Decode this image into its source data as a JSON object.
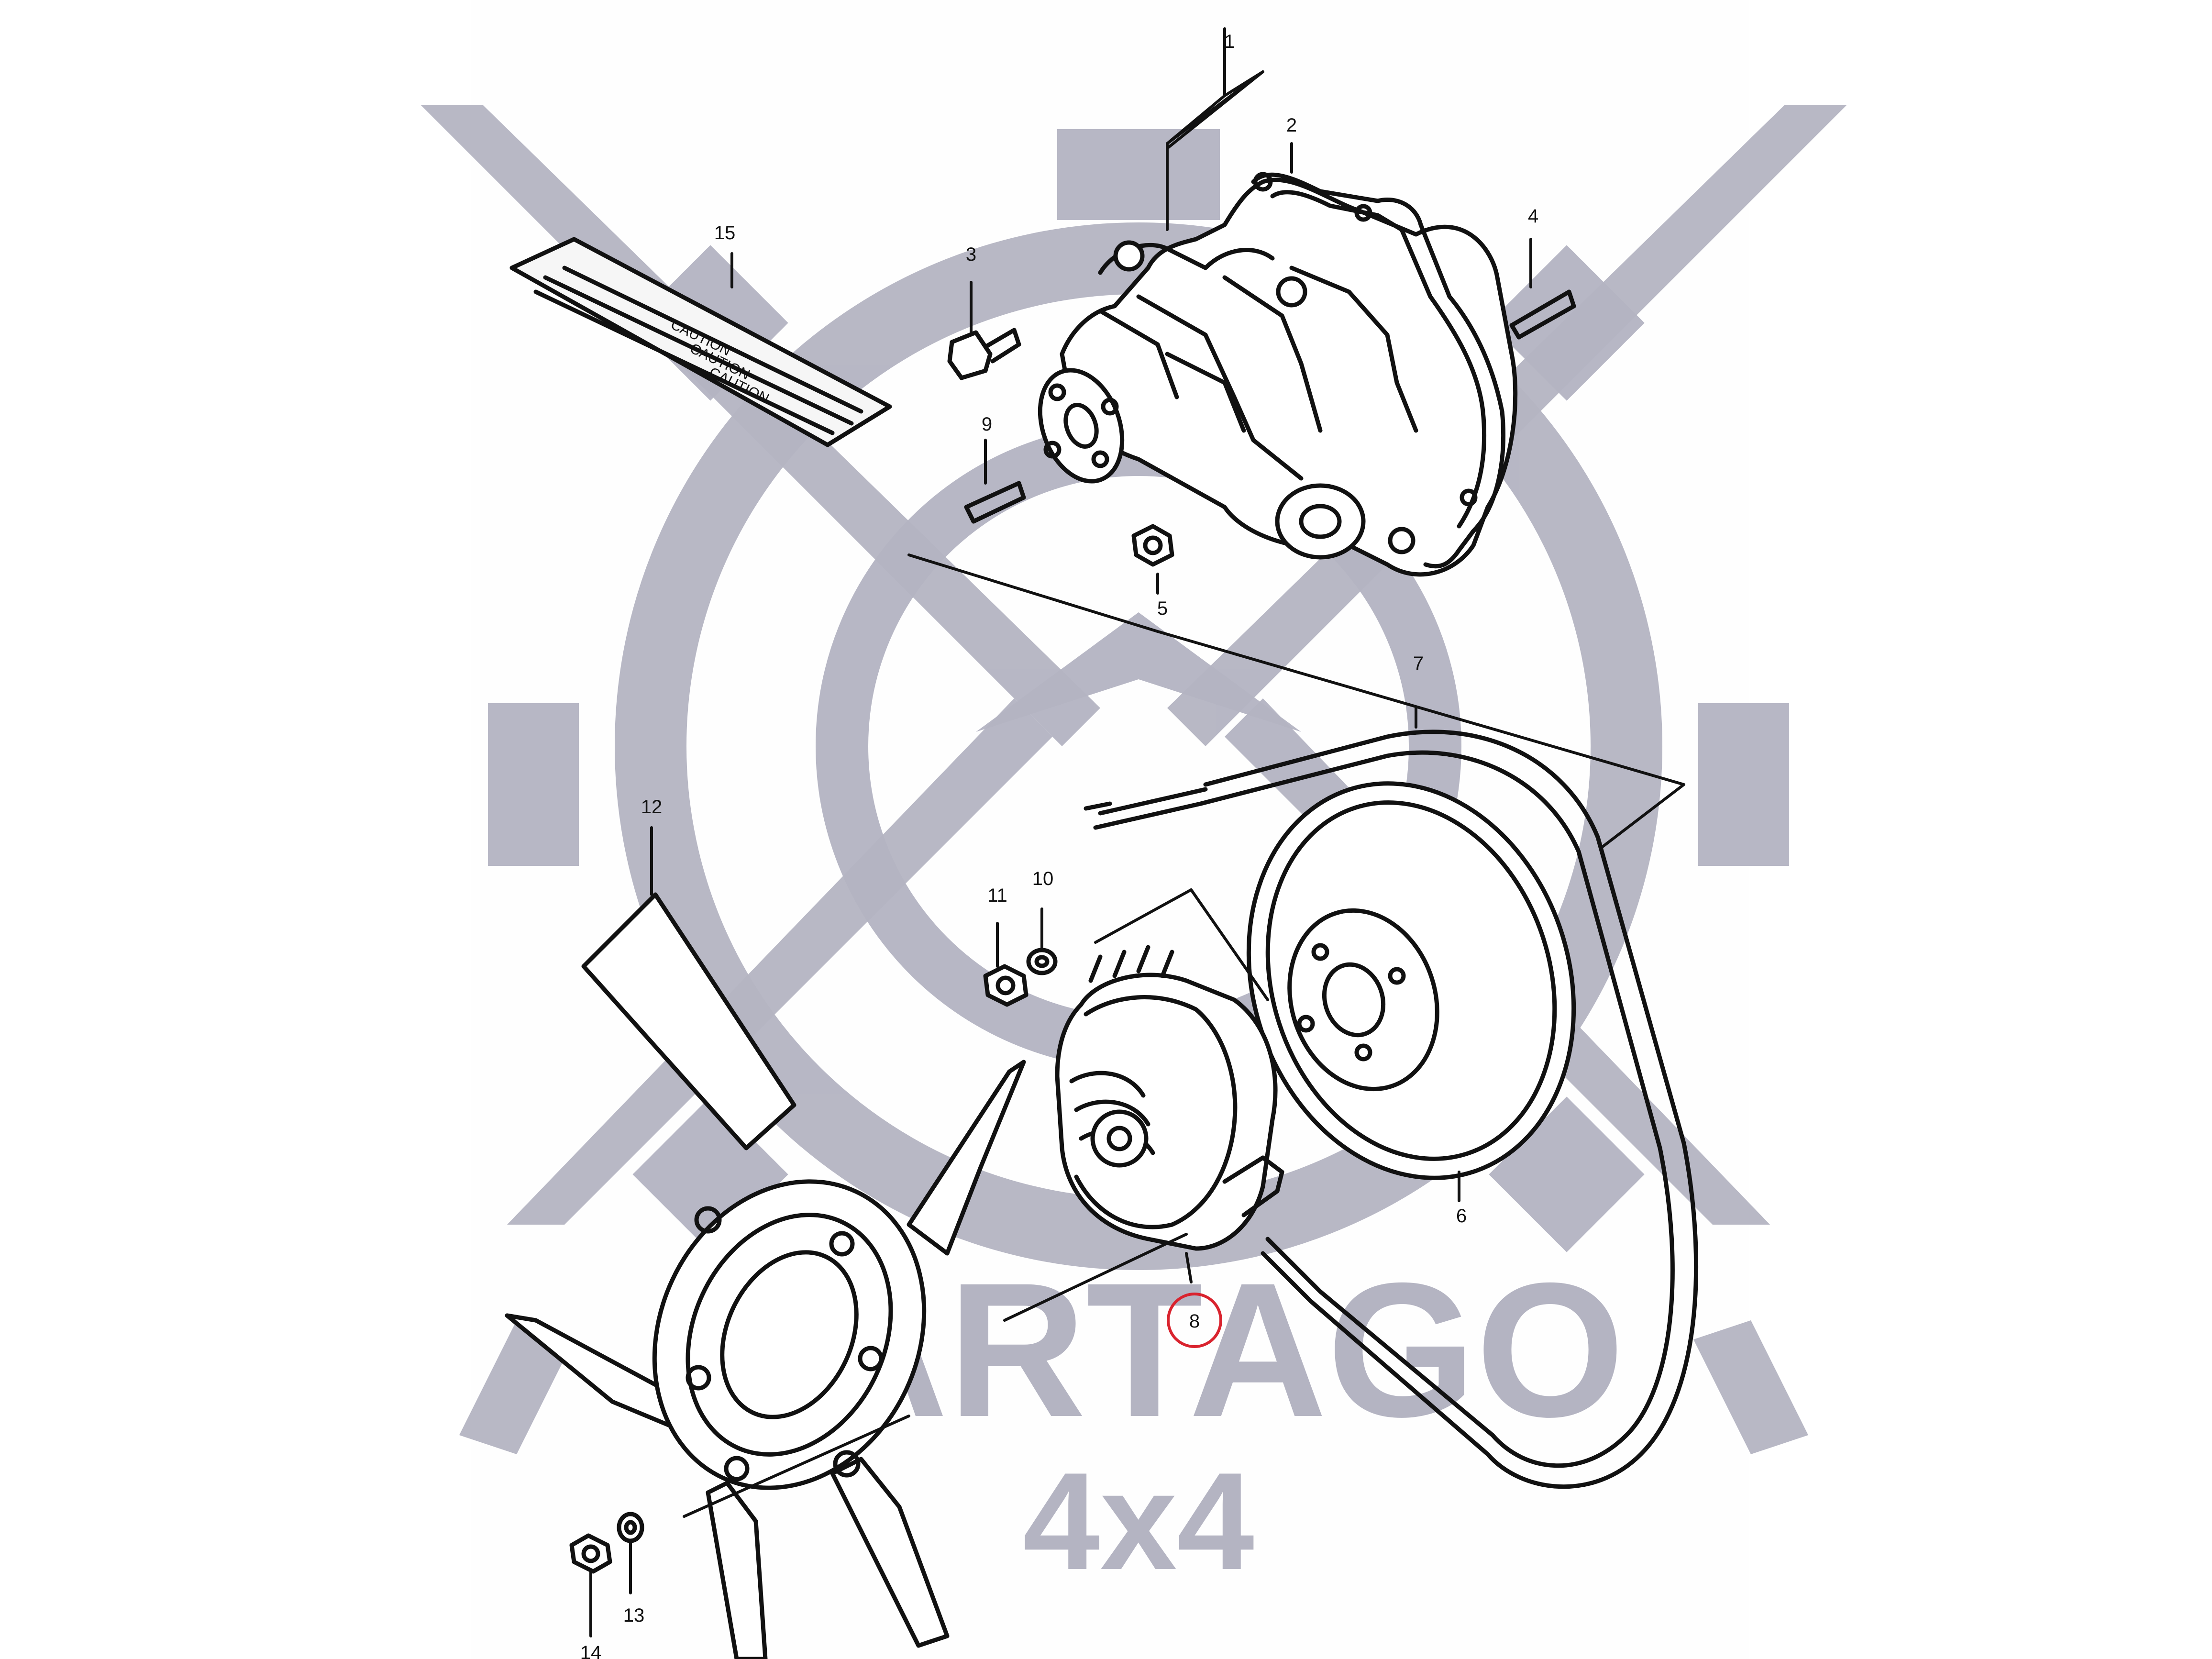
{
  "diagram": {
    "callouts": [
      "1",
      "2",
      "3",
      "4",
      "5",
      "6",
      "7",
      "8",
      "9",
      "10",
      "11",
      "12",
      "13",
      "14",
      "15"
    ],
    "highlighted_callout": "8",
    "highlight_color": "#d9232e"
  },
  "label_plate": {
    "lines": [
      "CAUTION",
      "CAUTION",
      "CAUTION"
    ]
  },
  "watermark": {
    "brand": "CARTAGO",
    "sub": "4x4",
    "color": "#b4b4c2"
  }
}
